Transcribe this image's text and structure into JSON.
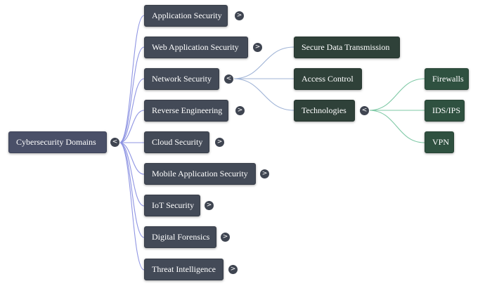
{
  "root": {
    "label": "Cybersecurity Domains",
    "toggle": "<"
  },
  "domains": [
    {
      "label": "Application Security",
      "toggle": ">"
    },
    {
      "label": "Web Application Security",
      "toggle": ">"
    },
    {
      "label": "Network Security",
      "toggle": "<"
    },
    {
      "label": "Reverse Engineering",
      "toggle": ">"
    },
    {
      "label": "Cloud Security",
      "toggle": ">"
    },
    {
      "label": "Mobile Application Security",
      "toggle": ">"
    },
    {
      "label": "IoT Security",
      "toggle": ">"
    },
    {
      "label": "Digital Forensics",
      "toggle": ">"
    },
    {
      "label": "Threat Intelligence",
      "toggle": ">"
    }
  ],
  "network": [
    {
      "label": "Secure Data Transmission"
    },
    {
      "label": "Access Control"
    },
    {
      "label": "Technologies",
      "toggle": "<"
    }
  ],
  "technologies": [
    {
      "label": "Firewalls"
    },
    {
      "label": "IDS/IPS"
    },
    {
      "label": "VPN"
    }
  ],
  "colors": {
    "root_link": "#8f95e3",
    "network_link": "#9fb3d6",
    "tech_link": "#7fc9a6"
  }
}
